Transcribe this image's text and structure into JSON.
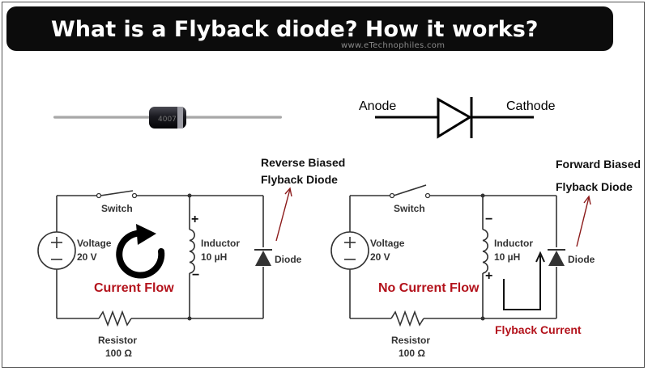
{
  "header": {
    "title": "What is a Flyback diode? How it works?",
    "website": "www.eTechnophiles.com"
  },
  "symbol": {
    "anode_label": "Anode",
    "cathode_label": "Cathode"
  },
  "circuit_left": {
    "switch_label": "Switch",
    "voltage_label": "Voltage",
    "voltage_value": "20 V",
    "inductor_label": "Inductor",
    "inductor_value": "10 µH",
    "diode_label": "Diode",
    "resistor_label": "Resistor",
    "resistor_value": "100 Ω",
    "flow_label": "Current Flow",
    "annotation_line1": "Reverse Biased",
    "annotation_line2": "Flyback Diode",
    "inductor_top_sign": "+",
    "inductor_bottom_sign": "−"
  },
  "circuit_right": {
    "switch_label": "Switch",
    "voltage_label": "Voltage",
    "voltage_value": "20 V",
    "inductor_label": "Inductor",
    "inductor_value": "10 µH",
    "diode_label": "Diode",
    "resistor_label": "Resistor",
    "resistor_value": "100 Ω",
    "flow_label": "No Current Flow",
    "flyback_label": "Flyback Current",
    "annotation_line1": "Forward Biased",
    "annotation_line2": "Flyback Diode",
    "inductor_top_sign": "−",
    "inductor_bottom_sign": "+"
  },
  "colors": {
    "accent_red": "#b3121b",
    "dark_red": "#8b1a1a",
    "title_bg": "#0c0c0c"
  }
}
